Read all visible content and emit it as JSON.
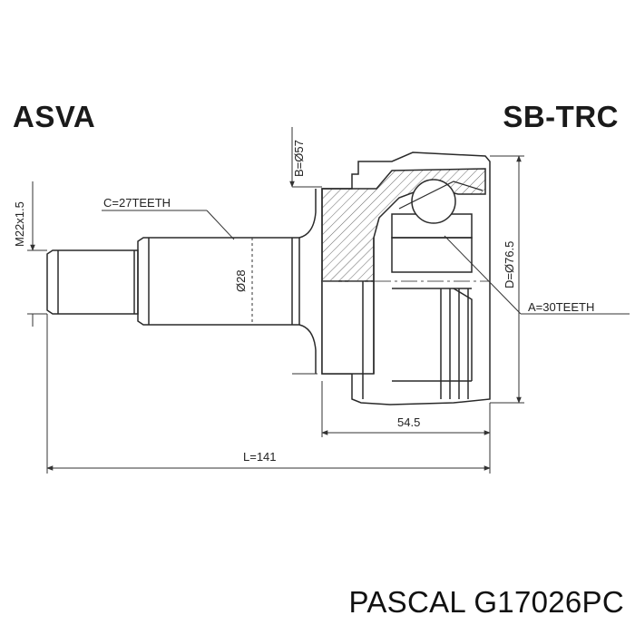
{
  "brands": {
    "left": "ASVA",
    "right": "SB-TRC"
  },
  "caption": "PASCAL G17026PC",
  "dimensions": {
    "thread": "M22x1.5",
    "spline_c": "C=27TEETH",
    "shaft_diameter": "Ø28",
    "boot_b": "B=Ø57",
    "outer_d": "D=Ø76.5",
    "spline_a": "A=30TEETH",
    "housing_length": "54.5",
    "total_length": "L=141"
  },
  "colors": {
    "line": "#2a2a2a",
    "hatch": "#555555",
    "dim": "#333333"
  }
}
